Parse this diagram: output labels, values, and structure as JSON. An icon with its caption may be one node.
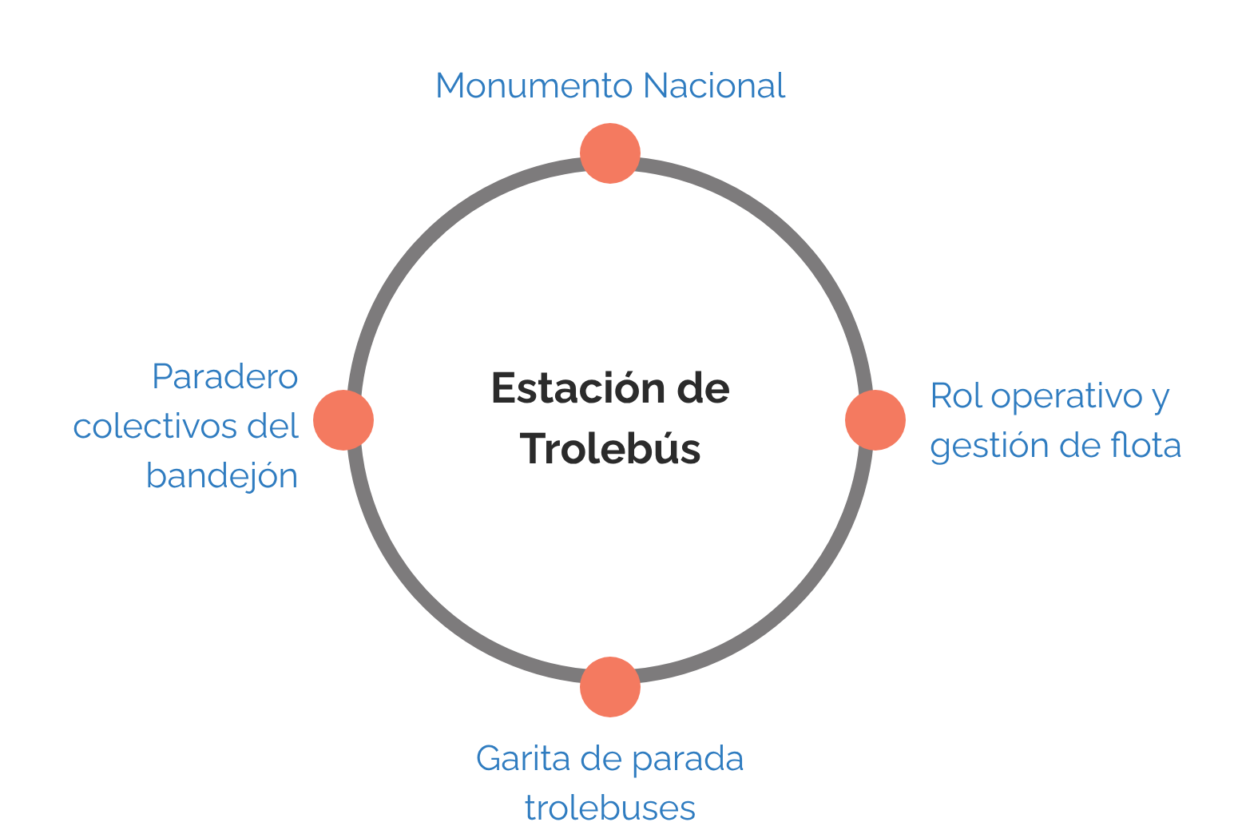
{
  "diagram": {
    "nodes": [
      {
        "text": [
          "Estación de Trolebús"
        ]
      },
      {
        "text": [
          "Monumento Nacional"
        ]
      },
      {
        "text": [
          "Paradero colectivos del bandejón"
        ]
      },
      {
        "text": [
          "Rol operativo y gestión de flota"
        ]
      },
      {
        "text": [
          "Garita de parada trolebuses"
        ]
      }
    ]
  }
}
